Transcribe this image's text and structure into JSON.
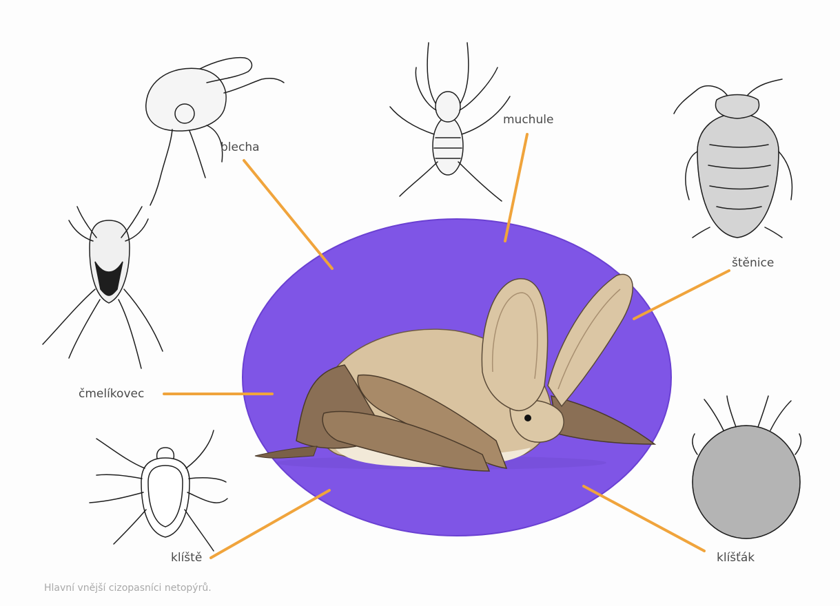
{
  "colors": {
    "oval": "#7f55e6",
    "oval_edge": "#6a40d2",
    "leader": "#f0a43c",
    "label": "#4a4a4a",
    "caption": "#a9a9a9",
    "ink": "#1e1e1e",
    "bat_fur": "#d9c3a0",
    "bat_ear": "#dbc6a4",
    "bat_wing": "#8a6f55"
  },
  "labels": {
    "blecha": "blecha",
    "muchule": "muchule",
    "stenice": "štěnice",
    "cmelikovec": "čmelíkovec",
    "kliste": "klíště",
    "klistak": "klíšťák"
  },
  "caption": "Hlavní vnější cizopasníci netopýrů.",
  "icons": [
    "flea-illustration",
    "bat-fly-illustration",
    "bedbug-illustration",
    "bird-mite-illustration",
    "tick-illustration",
    "soft-tick-illustration",
    "bat-illustration"
  ]
}
